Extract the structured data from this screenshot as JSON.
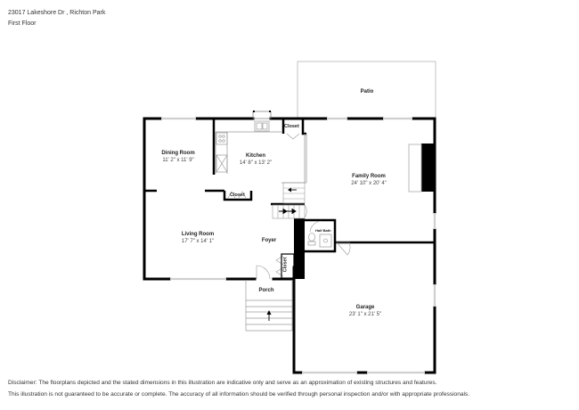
{
  "header": {
    "address": "23017 Lakeshore Dr , Richton Park",
    "floor": "First Floor"
  },
  "rooms": {
    "patio": {
      "name": "Patio"
    },
    "dining_room": {
      "name": "Dining Room",
      "dimensions": "11' 2\" x 11' 9\""
    },
    "kitchen": {
      "name": "Kitchen",
      "dimensions": "14' 8\" x 13' 2\""
    },
    "family_room": {
      "name": "Family Room",
      "dimensions": "24' 10\" x 20' 4\""
    },
    "living_room": {
      "name": "Living Room",
      "dimensions": "17' 7\" x 14' 1\""
    },
    "foyer": {
      "name": "Foyer"
    },
    "porch": {
      "name": "Porch"
    },
    "garage": {
      "name": "Garage",
      "dimensions": "23' 1\" x 21' 5\""
    },
    "half_bath": {
      "name": "Half Bath"
    }
  },
  "closets": {
    "kitchen_closet": "Closet",
    "hall_closet": "Closet",
    "foyer_closet": "Closet"
  },
  "icons": {
    "stair_arrow_up": "arrow-up",
    "stair_arrow_left": "arrow-left",
    "stair_arrow_right": "arrow-right"
  },
  "disclaimer": {
    "line1": "Disclaimer: The floorplans depicted and the stated dimensions in this illustration are indicative only and serve as an approximation of existing structures and features.",
    "line2": "This illustration is not guaranteed to be accurate or complete. The accuracy of all information should be verified through personal inspection and/or with appropriate professionals."
  },
  "colors": {
    "wall": "#000000",
    "window": "#d0d0d0",
    "background": "#ffffff",
    "thin_line": "#9a9a9a"
  }
}
